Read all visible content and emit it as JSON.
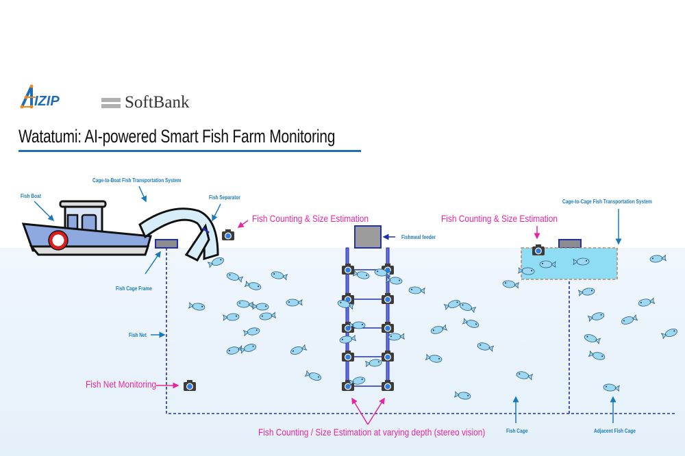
{
  "header": {
    "logos": [
      "AIZIP",
      "SoftBank"
    ],
    "title": "Watatumi: AI-powered Smart Fish Farm Monitoring"
  },
  "colors": {
    "accent_pink": "#e6259f",
    "label_blue": "#1a7ab8",
    "water": "#eaf3fb",
    "title_rule": "#1e6db5"
  },
  "labels": {
    "fish_boat": "Fish Boat",
    "cage_to_boat": "Cage-to-Boat Fish Transportation System",
    "fish_separator": "Fish Separator",
    "fish_cage_frame": "Fish Cage Frame",
    "fish_net": "Fish Net",
    "fishmeal_feeder": "Fishmeal feeder",
    "cage_to_cage": "Cage-to-Cage Fish Transportation System",
    "fish_cage": "Fish Cage",
    "adjacent_fish_cage": "Adjacent Fish Cage"
  },
  "callouts": {
    "counting_left": "Fish Counting & Size Estimation",
    "counting_right": "Fish Counting & Size Estimation",
    "net_monitoring": "Fish Net Monitoring",
    "stereo": "Fish Counting / Size Estimation at varying depth (stereo vision)"
  }
}
